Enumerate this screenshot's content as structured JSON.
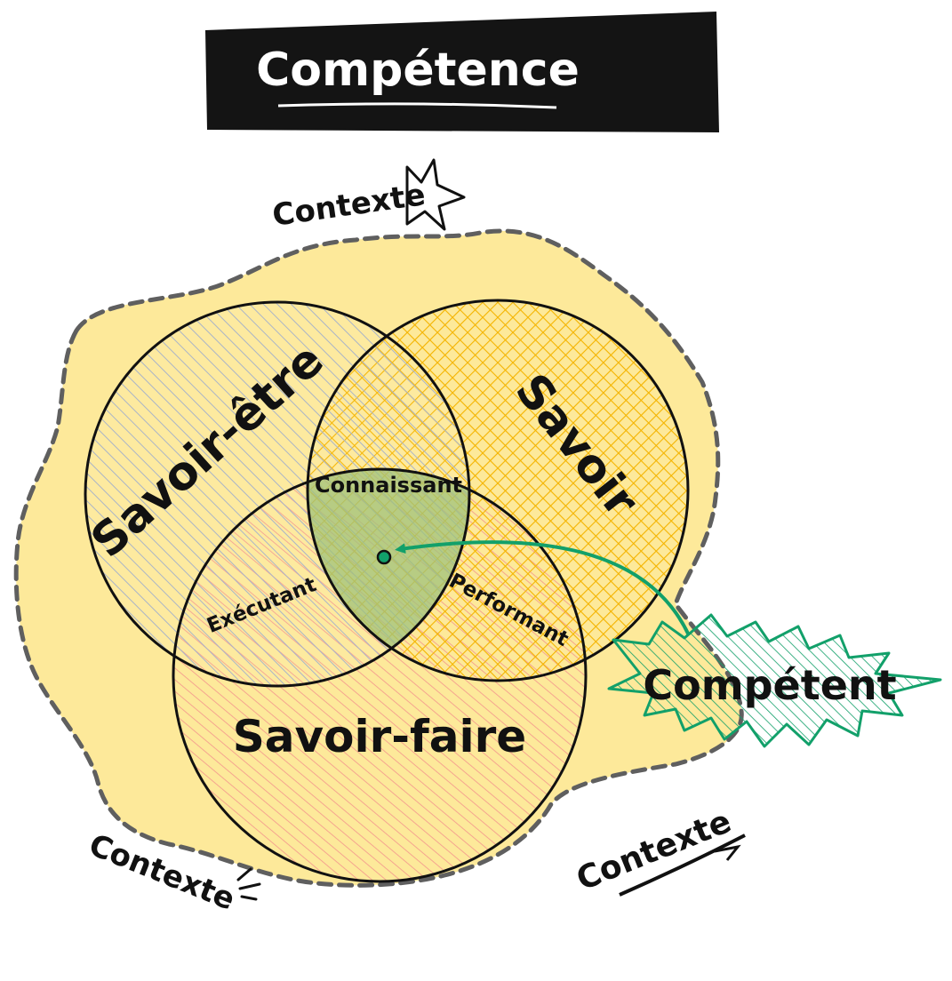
{
  "title": "Compétence",
  "context_labels": {
    "top": "Contexte",
    "bottom_left": "Contexte",
    "bottom_right": "Contexte"
  },
  "circles": {
    "savoir_etre": "Savoir-être",
    "savoir": "Savoir",
    "savoir_faire": "Savoir-faire"
  },
  "intersections": {
    "etre_savoir": "Connaissant",
    "etre_faire": "Exécutant",
    "savoir_faire": "Performant"
  },
  "result": "Compétent",
  "colors": {
    "context_fill": "#fde99a",
    "context_border": "#5f5f5f",
    "savoir_etre_hatch": "#a9b4c8",
    "savoir_hatch": "#f4b400",
    "savoir_faire_hatch": "#f5a58f",
    "center_fill": "#9fc27a",
    "accent_green": "#12a06a",
    "title_bg": "#141414"
  }
}
